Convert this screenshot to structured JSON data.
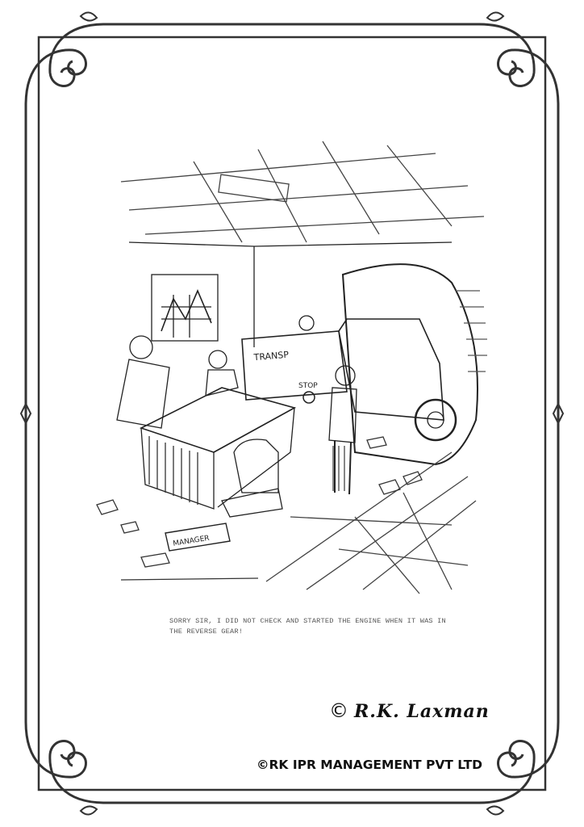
{
  "cartoon": {
    "caption": "SORRY SIR, I DID NOT CHECK AND STARTED THE ENGINE WHEN IT WAS IN THE REVERSE GEAR!",
    "truck_text": "TRANSP",
    "stop_sign": "STOP",
    "nameplate": "MANAGER"
  },
  "signature": {
    "copyright_symbol": "©",
    "artist": "R.K. Laxman"
  },
  "copyright": "©RK IPR MANAGEMENT PVT LTD"
}
